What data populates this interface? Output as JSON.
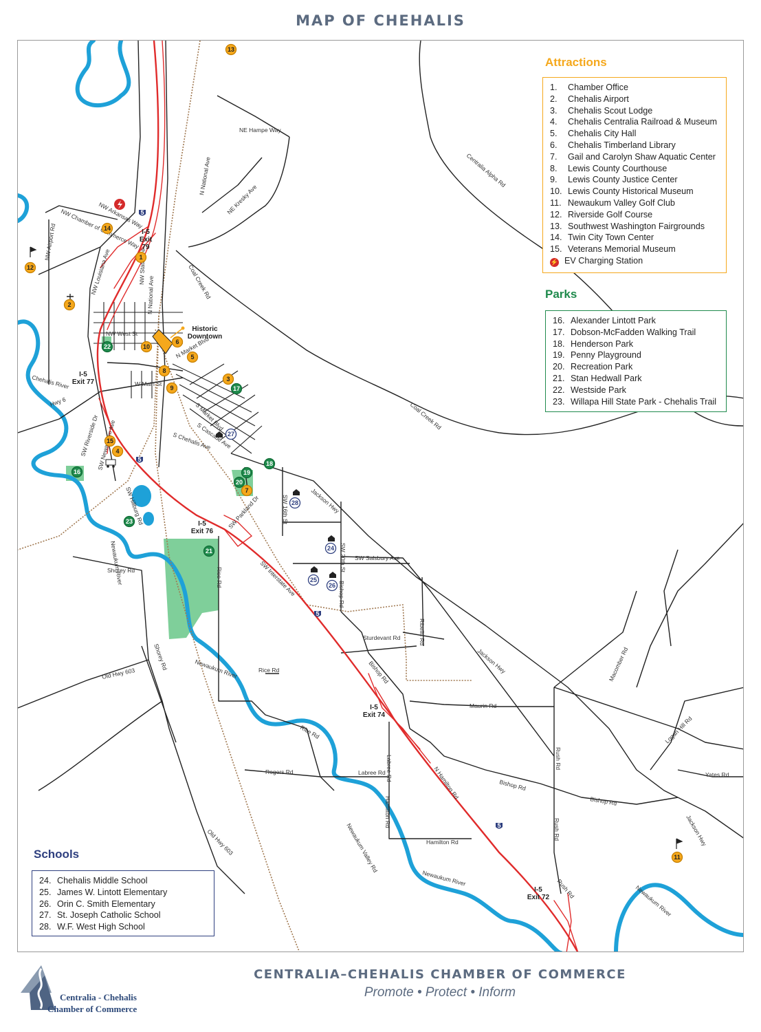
{
  "title": "MAP OF CHEHALIS",
  "attractions": {
    "heading": "Attractions",
    "accent": "#f5a81c",
    "items": [
      {
        "num": "1.",
        "name": "Chamber Office"
      },
      {
        "num": "2.",
        "name": "Chehalis Airport"
      },
      {
        "num": "3.",
        "name": "Chehalis Scout Lodge"
      },
      {
        "num": "4.",
        "name": "Chehalis Centralia Railroad & Museum"
      },
      {
        "num": "5.",
        "name": "Chehalis City Hall"
      },
      {
        "num": "6.",
        "name": "Chehalis Timberland Library"
      },
      {
        "num": "7.",
        "name": "Gail and Carolyn Shaw Aquatic Center"
      },
      {
        "num": "8.",
        "name": "Lewis County Courthouse"
      },
      {
        "num": "9.",
        "name": "Lewis County Justice Center"
      },
      {
        "num": "10.",
        "name": "Lewis County Historical Museum"
      },
      {
        "num": "11.",
        "name": "Newaukum Valley Golf Club"
      },
      {
        "num": "12.",
        "name": "Riverside Golf Course"
      },
      {
        "num": "13.",
        "name": "Southwest Washington Fairgrounds"
      },
      {
        "num": "14.",
        "name": "Twin City Town Center"
      },
      {
        "num": "15.",
        "name": "Veterans Memorial Museum"
      }
    ],
    "ev_label": "EV Charging Station",
    "ev_color": "#d42a2a"
  },
  "parks": {
    "heading": "Parks",
    "accent": "#1f8a4c",
    "items": [
      {
        "num": "16.",
        "name": "Alexander Lintott Park"
      },
      {
        "num": "17.",
        "name": "Dobson-McFadden Walking Trail"
      },
      {
        "num": "18.",
        "name": "Henderson Park"
      },
      {
        "num": "19.",
        "name": "Penny Playground"
      },
      {
        "num": "20.",
        "name": "Recreation Park"
      },
      {
        "num": "21.",
        "name": "Stan Hedwall Park"
      },
      {
        "num": "22.",
        "name": "Westside Park"
      },
      {
        "num": "23.",
        "name": "Willapa Hill State Park - Chehalis Trail"
      }
    ]
  },
  "schools": {
    "heading": "Schools",
    "accent": "#2e3f7f",
    "items": [
      {
        "num": "24.",
        "name": "Chehalis Middle School"
      },
      {
        "num": "25.",
        "name": "James W. Lintott Elementary"
      },
      {
        "num": "26.",
        "name": "Orin C. Smith Elementary"
      },
      {
        "num": "27.",
        "name": "St. Joseph Catholic School"
      },
      {
        "num": "28.",
        "name": "W.F. West High School"
      }
    ]
  },
  "map": {
    "colors": {
      "river": "#1ea1d8",
      "interstate": "#e02b2b",
      "railroad": "#a07850",
      "park": "#7fcf9a",
      "downtown": "#f5a81c",
      "road": "#222222"
    },
    "interstate_shield": "5",
    "place_labels": [
      {
        "id": "exit79",
        "line1": "I-5",
        "line2": "Exit",
        "line3": "79"
      },
      {
        "id": "exit77",
        "line1": "I-5",
        "line2": "Exit 77"
      },
      {
        "id": "exit76",
        "line1": "I-5",
        "line2": "Exit 76"
      },
      {
        "id": "exit74",
        "line1": "I-5",
        "line2": "Exit 74"
      },
      {
        "id": "exit72",
        "line1": "I-5",
        "line2": "Exit 72"
      },
      {
        "id": "downtown",
        "line1": "Historic",
        "line2": "Downtown"
      }
    ],
    "roads": {
      "ne_hampe_way": "NE Hampe Way",
      "ne_national_ave": "N National Ave",
      "ne_kresky_ave": "NE Kresky Ave",
      "centralia_alpha_rd": "Centralia Alpha Rd",
      "nw_arkansas_way": "NW Arkansas Way",
      "nw_chamber_way": "NW Chamber of Commerce Way",
      "nw_airport_rd": "NW Airport Rd",
      "nw_louisiana_ave": "NW Louisiana Ave",
      "nw_state_ave": "NW State Ave",
      "n_national_ave_2": "N National Ave",
      "coal_creek_rd_1": "Coal Creek Rd",
      "coal_creek_rd_2": "Coal Creek Rd",
      "nw_west_st": "NW West St",
      "n_market_blvd": "N Market Blvd",
      "chehalis_river": "Chehalis River",
      "w_main_st": "W Main St",
      "hwy_6": "Hwy 6",
      "s_market_blvd": "S Market Blvd",
      "s_cascade_ave": "S Cascade Ave",
      "s_chehalis_ave": "S Chehalis Ave",
      "sw_riverside_dr": "SW Riverside Dr",
      "sw_newaukum_ave": "SW Newaukum Ave",
      "sw_hillburg_rd": "SW Hillburg Rd",
      "sw_16th_st": "SW 16th St",
      "jackson_hwy_1": "Jackson Hwy",
      "sw_20th_st": "SW 20th St",
      "sw_parkland_dr": "SW Parkland Dr",
      "newaukum_river_1": "Newaukum River",
      "sw_salsbury_ave": "SW Salsbury Ave",
      "sw_interstate_ave": "SW Interstate Ave",
      "shorey_rd_1": "Shorey Rd",
      "rice_rd_1": "Rice Rd",
      "bishop_rd_1": "Bishop Rd",
      "ribelin_rd": "Ribelin Rd",
      "sturdevant_rd": "Sturdevant Rd",
      "jackson_hwy_2": "Jackson Hwy",
      "shorey_rd_2": "Shorey Rd",
      "newaukum_river_2": "Newaukum River",
      "rice_rd_2": "Rice Rd",
      "bishop_rd_2": "Bishop Rd",
      "old_hwy_603_1": "Old Hwy 603",
      "macomber_rd": "Macomber Rd",
      "maurin_rd": "Maurin Rd",
      "rice_rd_3": "Rice Rd",
      "labree_rd_1": "Labree Rd",
      "rush_rd_1": "Rush Rd",
      "logan_hill_rd": "Logan Hill Rd",
      "rogers_rd": "Rogers Rd",
      "labree_rd_2": "Labree Rd",
      "n_hamilton_rd": "N Hamilton Rd",
      "bishop_rd_3": "Bishop Rd",
      "yates_rd": "Yates Rd",
      "hamilton_rd_1": "Hamilton Rd",
      "bishop_rd_4": "Bishop Rd",
      "jackson_hwy_3": "Jackson Hwy",
      "rush_rd_2": "Rush Rd",
      "hamilton_rd_2": "Hamilton Rd",
      "old_hwy_603_2": "Old Hwy 603",
      "newaukum_valley_rd": "Newaukum Valley Rd",
      "newaukum_river_3": "Newaukum River",
      "rush_rd_3": "Rush Rd",
      "newaukum_river_4": "Newaukum River"
    },
    "pins": [
      {
        "n": "13"
      },
      {
        "n": "14"
      },
      {
        "n": "12"
      },
      {
        "n": "1"
      },
      {
        "n": "2"
      },
      {
        "n": "10"
      },
      {
        "n": "6"
      },
      {
        "n": "5"
      },
      {
        "n": "22"
      },
      {
        "n": "8"
      },
      {
        "n": "9"
      },
      {
        "n": "3"
      },
      {
        "n": "17"
      },
      {
        "n": "15"
      },
      {
        "n": "4"
      },
      {
        "n": "27"
      },
      {
        "n": "16"
      },
      {
        "n": "18"
      },
      {
        "n": "19"
      },
      {
        "n": "20"
      },
      {
        "n": "7"
      },
      {
        "n": "28"
      },
      {
        "n": "23"
      },
      {
        "n": "21"
      },
      {
        "n": "24"
      },
      {
        "n": "25"
      },
      {
        "n": "26"
      },
      {
        "n": "11"
      }
    ]
  },
  "footer": {
    "title": "CENTRALIA–CHEHALIS CHAMBER OF COMMERCE",
    "tagline": "Promote • Protect • Inform",
    "logo_line1": "Centralia - Chehalis",
    "logo_line2": "Chamber of Commerce"
  }
}
